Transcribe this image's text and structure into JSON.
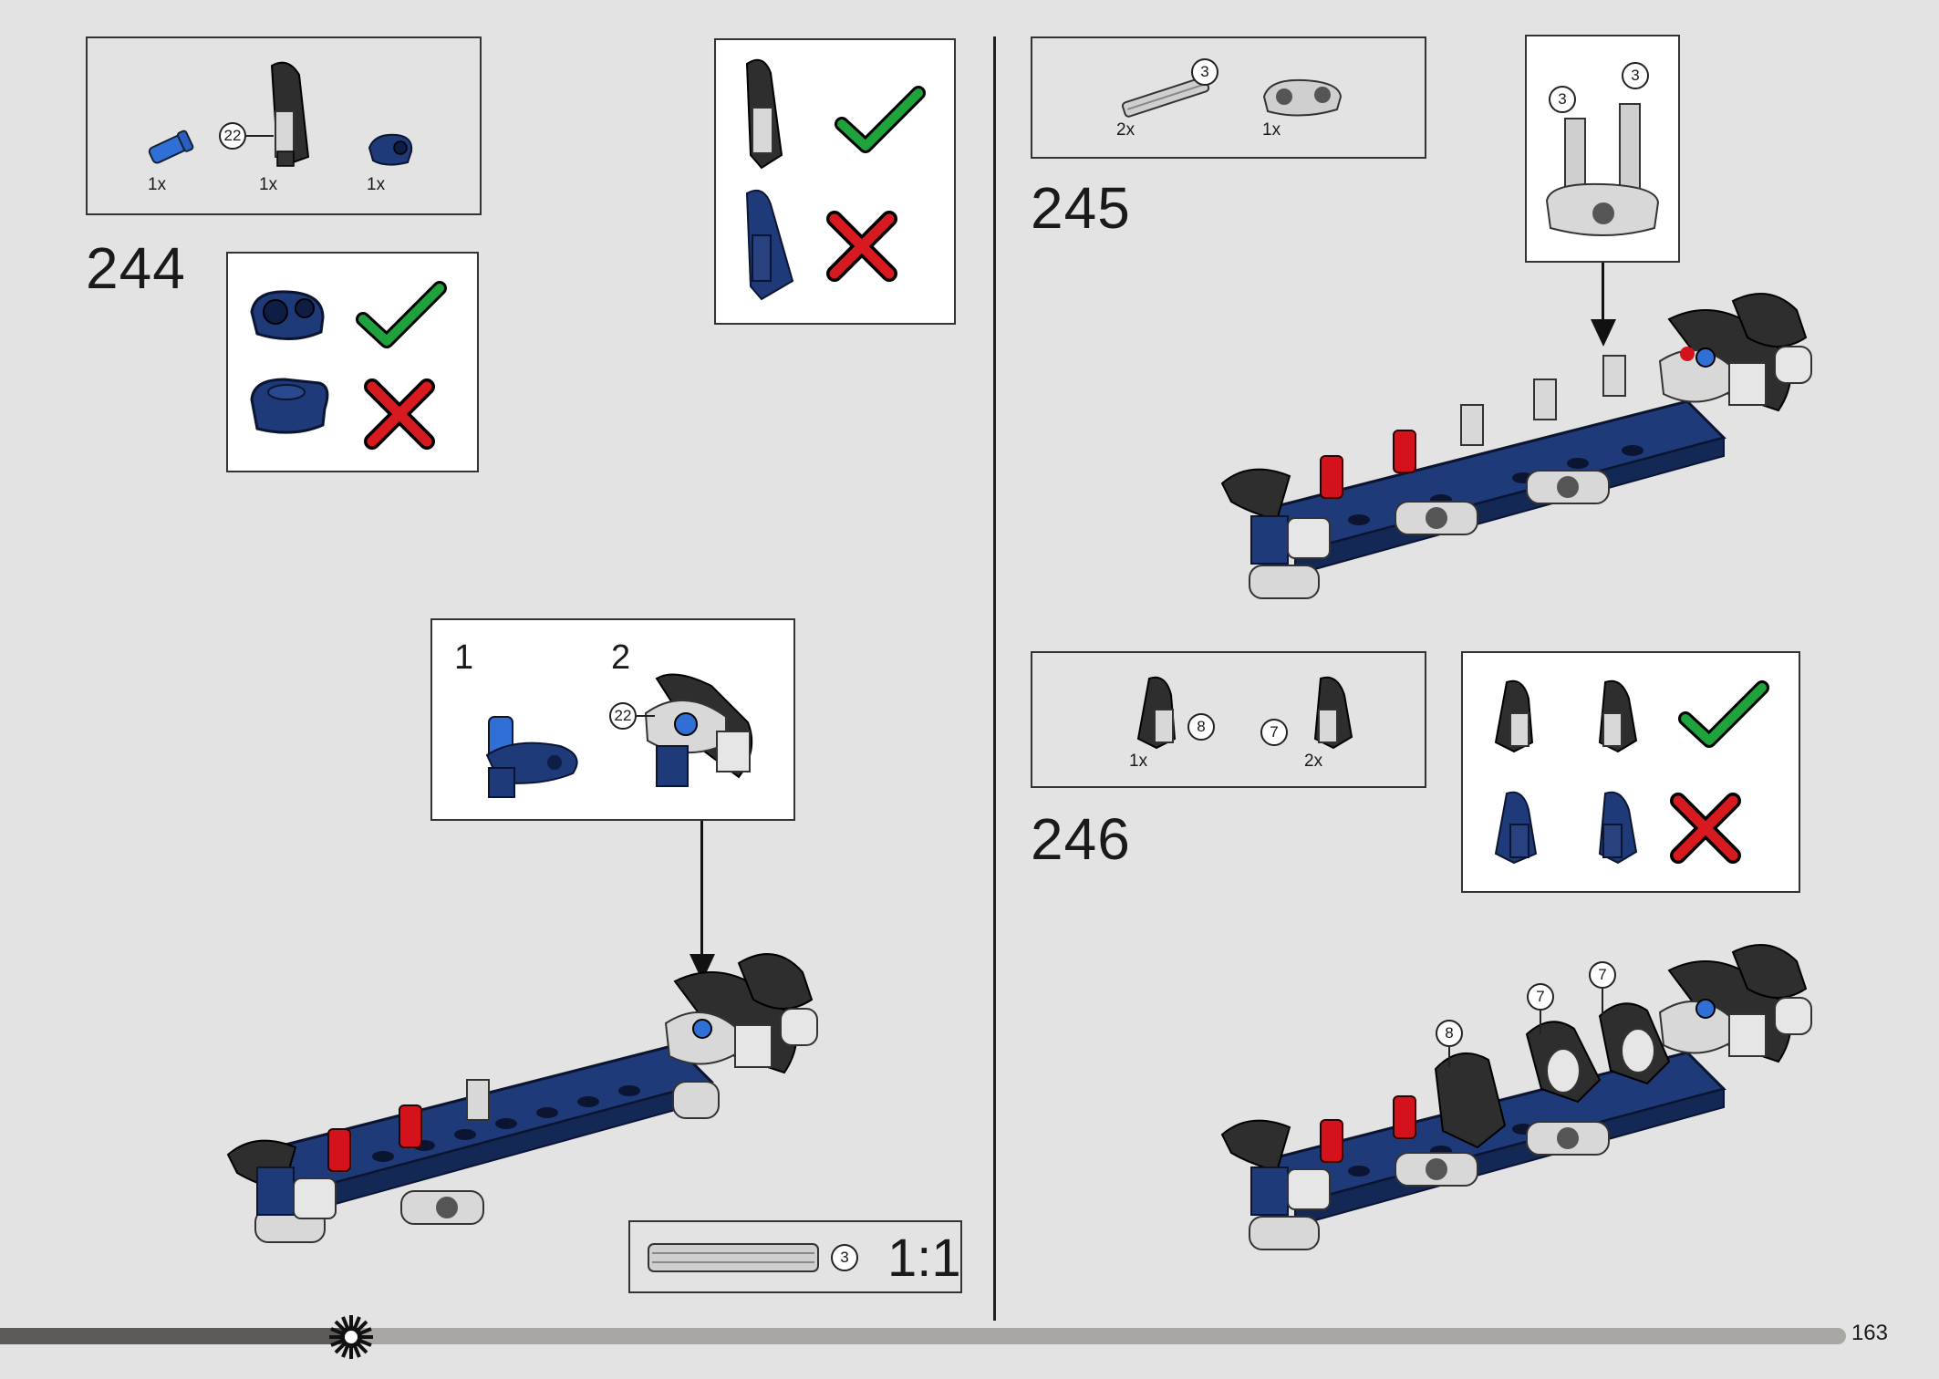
{
  "page": {
    "number": "163"
  },
  "steps": [
    {
      "number": "244",
      "parts": [
        {
          "icon": "blue-axle-pin-part",
          "qty": "1x"
        },
        {
          "icon": "black-panel-part",
          "qty": "1x",
          "callout": "22"
        },
        {
          "icon": "blue-pin-connector-part",
          "qty": "1x"
        }
      ],
      "orientation_hint_connector": {
        "correct": "check-icon",
        "wrong": "cross-icon"
      },
      "orientation_hint_panel": {
        "correct": "check-icon",
        "wrong": "cross-icon"
      },
      "subassembly": {
        "sub1": "1",
        "sub2": "2",
        "callout": "22"
      },
      "scale_label": {
        "callout": "3",
        "ratio": "1:1"
      }
    },
    {
      "number": "245",
      "parts": [
        {
          "icon": "grey-axle-part",
          "qty": "2x",
          "callout": "3"
        },
        {
          "icon": "grey-pin-connector-part",
          "qty": "1x"
        }
      ],
      "detail_callouts": [
        "3",
        "3"
      ]
    },
    {
      "number": "246",
      "parts": [
        {
          "icon": "black-panel-left-part",
          "qty": "1x",
          "callout": "8"
        },
        {
          "icon": "black-panel-right-part",
          "qty": "2x",
          "callout": "7"
        }
      ],
      "assembly_callouts": [
        "8",
        "7",
        "7"
      ]
    }
  ],
  "colors": {
    "background": "#e3e3e3",
    "dark_blue": "#1f3a78",
    "red": "#d3121b",
    "black_part": "#2e2e2e",
    "grey_part": "#c9c9c9",
    "check": "#1ea23c",
    "cross": "#d71a20"
  },
  "progress": {
    "fraction": 0.19,
    "icon": "gear-sun-icon"
  }
}
